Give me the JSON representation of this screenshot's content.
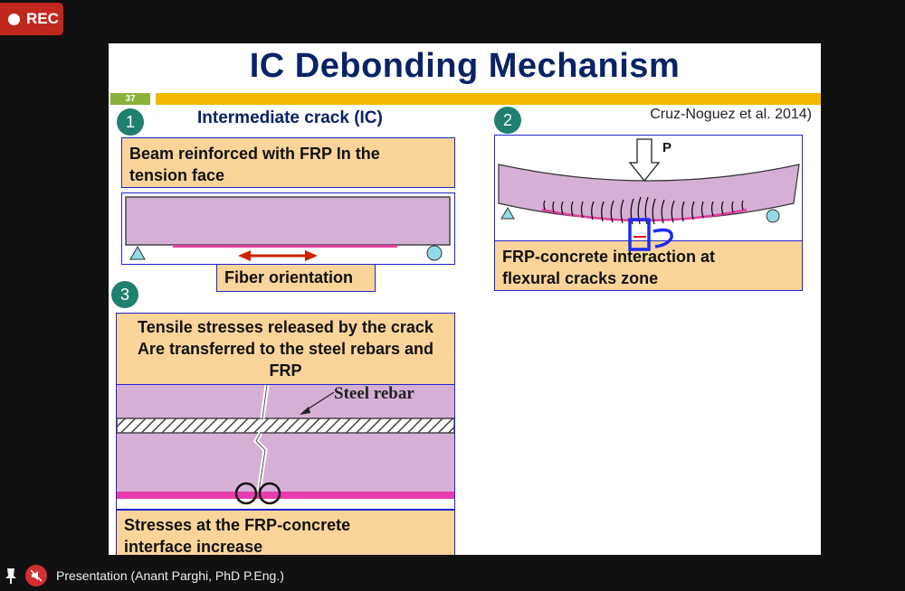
{
  "recording": {
    "label": "REC",
    "color": "#c0281f"
  },
  "slide": {
    "title": "IC Debonding Mechanism",
    "slide_number": "37",
    "citation": "Cruz-Noguez et al. 2014)",
    "section1": {
      "number": "1",
      "heading": "Intermediate crack (IC)",
      "caption_line1": "Beam reinforced with FRP In the",
      "caption_line2": "tension face",
      "fiber_label": "Fiber orientation"
    },
    "section2": {
      "number": "2",
      "load_label": "P",
      "caption_line1": "FRP-concrete interaction at",
      "caption_line2": "flexural cracks zone"
    },
    "section3": {
      "number": "3",
      "caption_line1": "Tensile stresses released by the crack",
      "caption_line2": "Are transferred to the steel rebars and",
      "caption_line3": "FRP",
      "rebar_label": "Steel rebar",
      "bottom_line1": "Stresses at the FRP-concrete",
      "bottom_line2": "interface increase"
    }
  },
  "footer": {
    "presenter": "Presentation (Anant Parghi, PhD P.Eng.)",
    "pin_icon": "pin-icon",
    "mic_icon": "mic-muted-icon"
  }
}
